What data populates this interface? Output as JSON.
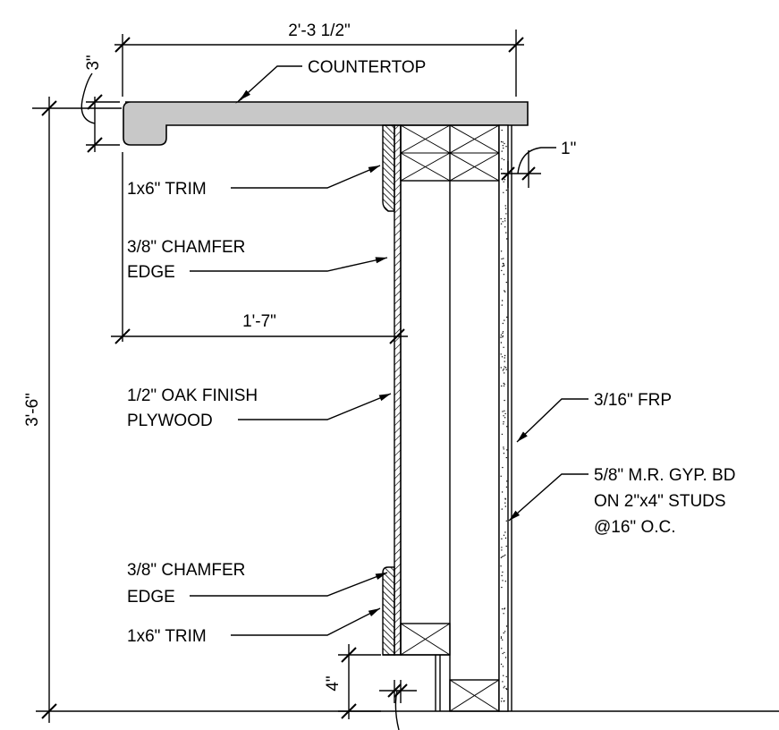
{
  "dimensions": {
    "overall_width": "2'-3 1/2\"",
    "countertop_thickness": "3\"",
    "overall_height": "3'-6\"",
    "panel_depth": "1'-7\"",
    "frp_offset": "1\"",
    "toe_height": "4\""
  },
  "callouts": {
    "countertop": "COUNTERTOP",
    "top_trim": "1x6\" TRIM",
    "top_chamfer_line1": "3/8\" CHAMFER",
    "top_chamfer_line2": "EDGE",
    "plywood_line1": "1/2\" OAK FINISH",
    "plywood_line2": "PLYWOOD",
    "frp": "3/16\" FRP",
    "gyp_line1": "5/8\" M.R. GYP. BD",
    "gyp_line2": "ON 2\"x4\" STUDS",
    "gyp_line3": "@16\" O.C.",
    "bottom_chamfer_line1": "3/8\" CHAMFER",
    "bottom_chamfer_line2": "EDGE",
    "bottom_trim": "1x6\" TRIM"
  },
  "colors": {
    "line": "#000000",
    "countertop_fill": "#c8c8c8",
    "background": "#ffffff"
  }
}
